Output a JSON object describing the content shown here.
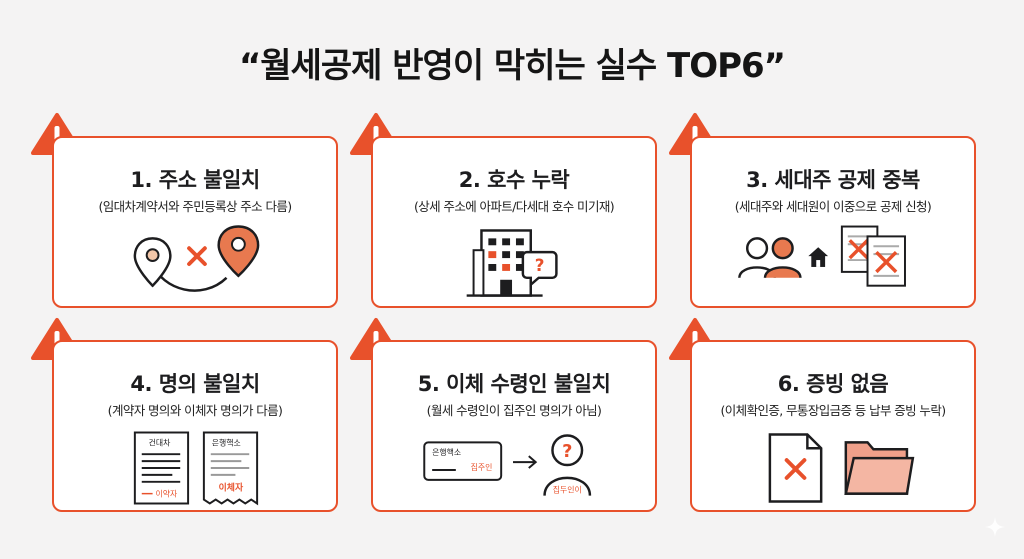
{
  "title": "“월세공제 반영이 막히는 실수 TOP6”",
  "colors": {
    "accent": "#e8512b",
    "accent_light": "#f0a08a",
    "text": "#1d1d1f"
  },
  "cards": [
    {
      "title": "1. 주소 불일치",
      "subtitle": "(임대차계약서와 주민등록상 주소 다름)",
      "icons": [
        "map-pin-icon",
        "cross-icon",
        "map-pin-icon"
      ]
    },
    {
      "title": "2. 호수 누락",
      "subtitle": "(상세 주소에 아파트/다세대 호수 미기재)",
      "icons": [
        "building-icon",
        "question-bubble-icon"
      ]
    },
    {
      "title": "3. 세대주 공제 중복",
      "subtitle": "(세대주와 세대원이 이중으로 공제 신청)",
      "icons": [
        "people-icon",
        "house-icon",
        "crossed-document-icon"
      ]
    },
    {
      "title": "4. 명의 불일치",
      "subtitle": "(계약자 명의와 이체자 명의가 다름)",
      "icons": [
        "contract-document-icon",
        "bank-receipt-icon"
      ],
      "doc_left_label": "건대차",
      "doc_left_footer": "이약자",
      "doc_right_label": "은행핵소",
      "doc_right_footer": "이체자"
    },
    {
      "title": "5. 이체 수령인 불일치",
      "subtitle": "(월세 수령인이 집주인 명의가 아님)",
      "icons": [
        "bank-card-icon",
        "arrow-icon",
        "unknown-person-icon"
      ],
      "card_label": "은행핵소",
      "card_sub": "집주인",
      "person_label": "집두인이"
    },
    {
      "title": "6. 증빙 없음",
      "subtitle": "(이체확인증, 무통장입금증 등 납부 증빙 누락)",
      "icons": [
        "crossed-file-icon",
        "empty-folder-icon"
      ]
    }
  ]
}
